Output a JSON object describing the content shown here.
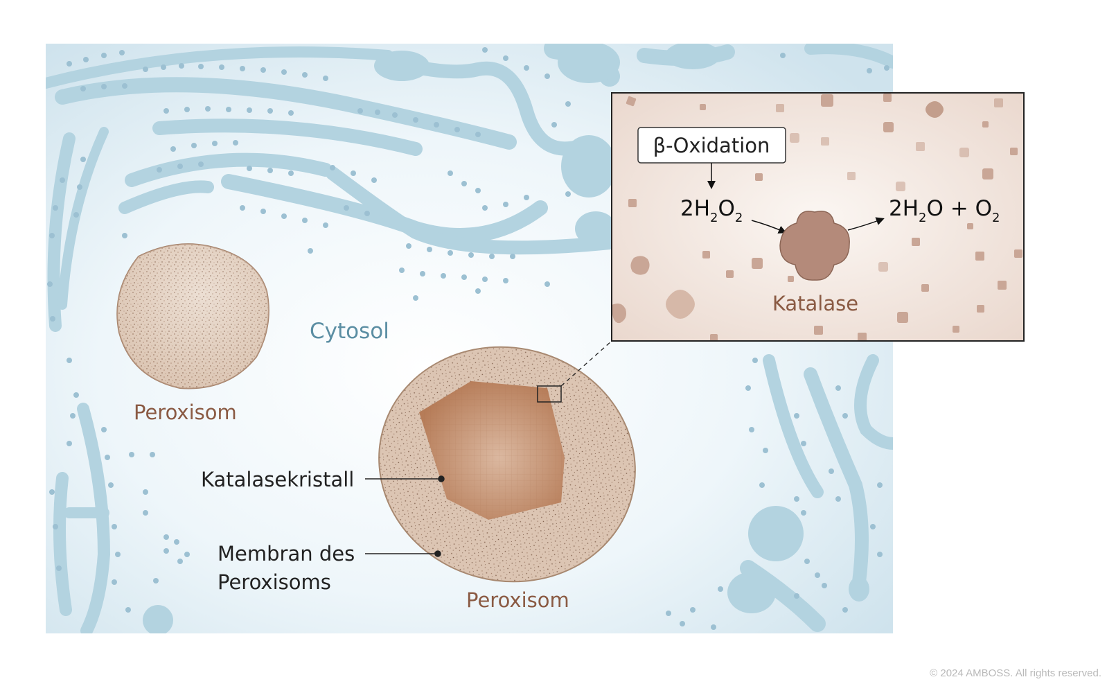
{
  "labels": {
    "cytosol": "Cytosol",
    "peroxisome_small": "Peroxisom",
    "peroxisome_large": "Peroxisom",
    "catalase_crystal": "Katalasekristall",
    "membrane_line1": "Membran des",
    "membrane_line2": "Peroxisoms"
  },
  "inset": {
    "box_label": "β-Oxidation",
    "substrate_base": "2H",
    "substrate_sub1": "2",
    "substrate_o": "O",
    "substrate_sub2": "2",
    "product_base": "2H",
    "product_sub1": "2",
    "product_rest": "O + O",
    "product_sub2": "2",
    "enzyme": "Katalase"
  },
  "footer": {
    "copyright": "© 2024 AMBOSS. All rights reserved."
  },
  "colors": {
    "cytosol_bg": "#e8f3f8",
    "organelle_blue": "#b3d3e0",
    "peroxisome_fill": "#dcc2ae",
    "crystal": "#b98260",
    "catalase": "#b48a7a",
    "label_blue": "#5b8ea3",
    "label_brown": "#8a5a43"
  }
}
